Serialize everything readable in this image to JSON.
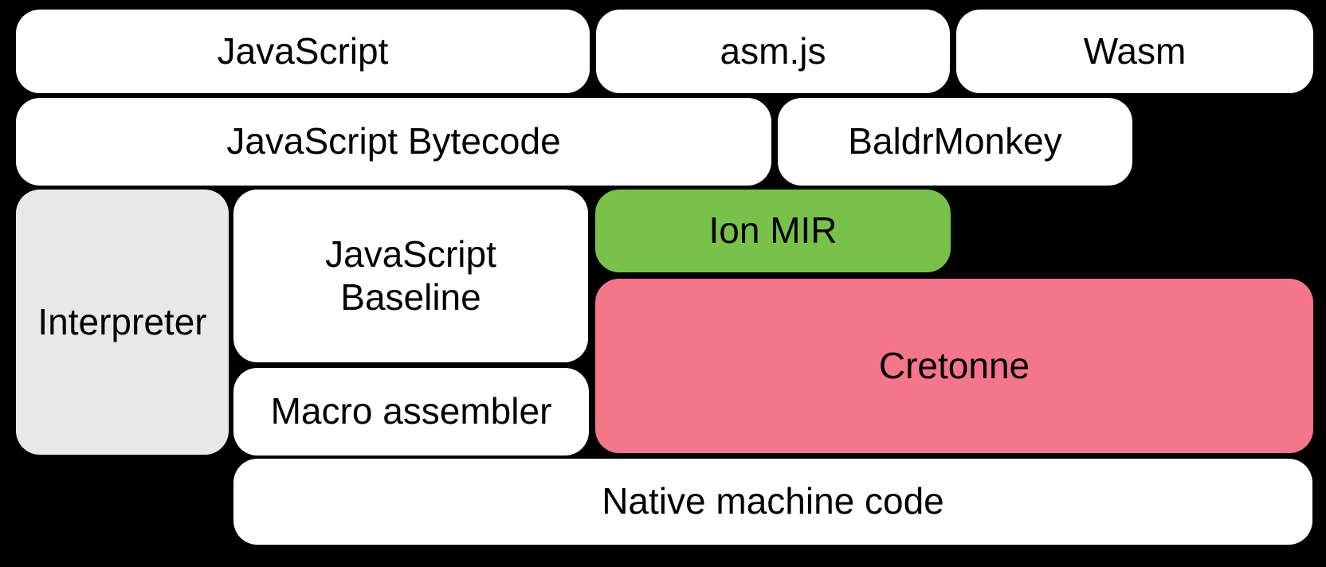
{
  "diagram": {
    "background_color": "#000000",
    "text_color": "#000000",
    "colors": {
      "white_box": "#ffffff",
      "grey_box": "#e8e8e8",
      "green_box": "#79c24a",
      "pink_box": "#f5768b"
    },
    "boxes": {
      "javascript": {
        "label": "JavaScript",
        "color": "#ffffff"
      },
      "asmjs": {
        "label": "asm.js",
        "color": "#ffffff"
      },
      "wasm": {
        "label": "Wasm",
        "color": "#ffffff"
      },
      "bytecode": {
        "label": "JavaScript Bytecode",
        "color": "#ffffff"
      },
      "baldrmonkey": {
        "label": "BaldrMonkey",
        "color": "#ffffff"
      },
      "interpreter": {
        "label": "Interpreter",
        "color": "#e8e8e8"
      },
      "baseline": {
        "label": "JavaScript\nBaseline",
        "color": "#ffffff"
      },
      "ionmir": {
        "label": "Ion MIR",
        "color": "#79c24a"
      },
      "cretonne": {
        "label": "Cretonne",
        "color": "#f5768b"
      },
      "macroassembler": {
        "label": "Macro assembler",
        "color": "#ffffff"
      },
      "nativecode": {
        "label": "Native machine code",
        "color": "#ffffff"
      }
    }
  }
}
